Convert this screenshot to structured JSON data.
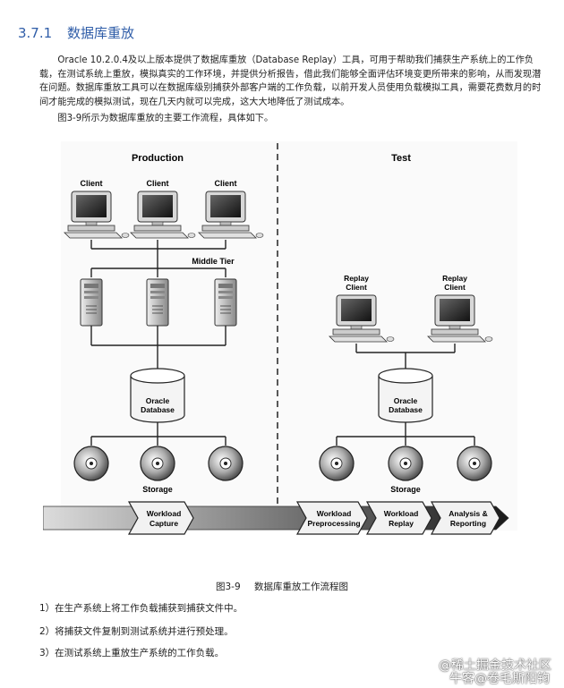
{
  "section": {
    "number": "3.7.1",
    "title": "数据库重放"
  },
  "paragraphs": [
    "Oracle 10.2.0.4及以上版本提供了数据库重放（Database Replay）工具，可用于帮助我们捕获生产系统上的工作负载，在测试系统上重放，模拟真实的工作环境，并提供分析报告，借此我们能够全面评估环境变更所带来的影响，从而发现潜在问题。数据库重放工具可以在数据库级别捕获外部客户端的工作负载，以前开发人员使用负载模拟工具，需要花费数月的时间才能完成的模拟测试，现在几天内就可以完成，这大大地降低了测试成本。",
    "图3-9所示为数据库重放的主要工作流程，具体如下。"
  ],
  "figure": {
    "production_label": "Production",
    "test_label": "Test",
    "client_label": "Client",
    "middle_tier_label": "Middle Tier",
    "replay_client_line1": "Replay",
    "replay_client_line2": "Client",
    "database_line1": "Oracle",
    "database_line2": "Database",
    "storage_label": "Storage",
    "workflow": [
      {
        "line1": "Workload",
        "line2": "Capture"
      },
      {
        "line1": "Workload",
        "line2": "Preprocessing"
      },
      {
        "line1": "Workload",
        "line2": "Replay"
      },
      {
        "line1": "Analysis &",
        "line2": "Reporting"
      }
    ]
  },
  "caption": {
    "number": "图3-9",
    "text": "数据库重放工作流程图"
  },
  "steps": [
    "1）在生产系统上将工作负载捕获到捕获文件中。",
    "2）将捕获文件复制到测试系统并进行预处理。",
    "3）在测试系统上重放生产系统的工作负载。"
  ],
  "watermarks": [
    "@稀土掘金技术社区",
    "牛客@卷毛斯阳钧"
  ]
}
